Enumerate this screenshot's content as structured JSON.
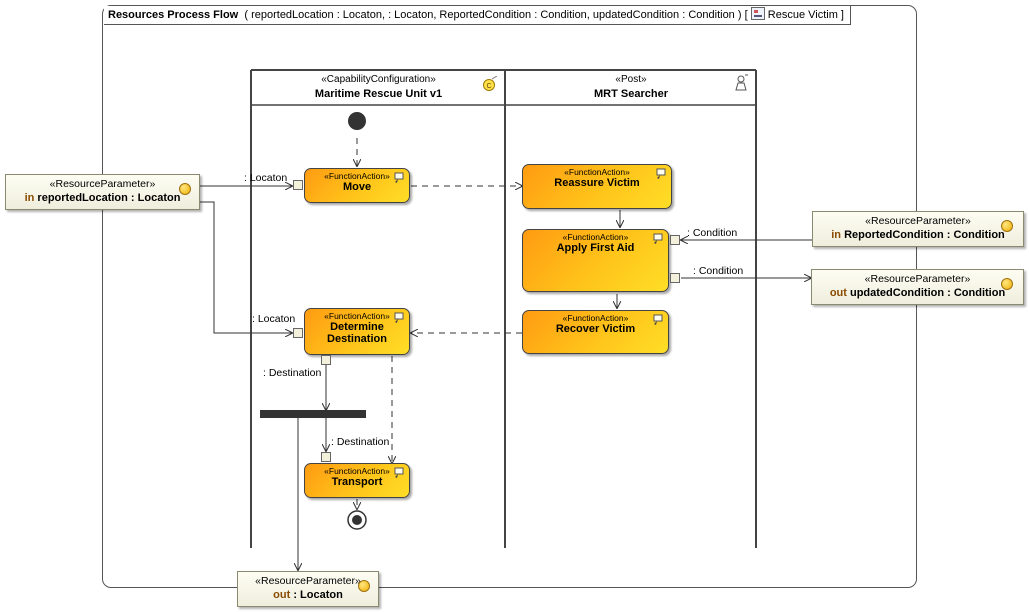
{
  "frame": {
    "name": "Resources Process Flow",
    "params": "( reportedLocation : Locaton,  : Locaton, ReportedCondition : Condition, updatedCondition : Condition ) [",
    "context": "Rescue Victim ]"
  },
  "lanes": [
    {
      "stereotype": "«CapabilityConfiguration»",
      "name": "Maritime Rescue Unit v1"
    },
    {
      "stereotype": "«Post»",
      "name": "MRT Searcher"
    }
  ],
  "actions": {
    "stereotype": "«FunctionAction»",
    "move": "Move",
    "reassure": "Reassure Victim",
    "firstaid": "Apply First Aid",
    "determine": "Determine Destination",
    "recover": "Recover Victim",
    "transport": "Transport"
  },
  "params": {
    "stereotype": "«ResourceParameter»",
    "reported_location": {
      "dir": "in",
      "name": "reportedLocation : Locaton"
    },
    "reported_condition": {
      "dir": "in",
      "name": "ReportedCondition : Condition"
    },
    "updated_condition": {
      "dir": "out",
      "name": "updatedCondition : Condition"
    },
    "out_location": {
      "dir": "out",
      "name": " : Locaton"
    }
  },
  "pins": {
    "locaton1": ": Locaton",
    "locaton2": ": Locaton",
    "condition_in": ": Condition",
    "condition_out": ": Condition",
    "destination1": ": Destination",
    "destination2": ": Destination"
  },
  "colors": {
    "action_start": "#ff9b12",
    "action_end": "#ffde27",
    "param_fill": "#f5f4e6"
  },
  "icons": [
    "capability-icon",
    "post-icon",
    "function-action-icon",
    "resource-parameter-icon",
    "diagram-icon"
  ]
}
